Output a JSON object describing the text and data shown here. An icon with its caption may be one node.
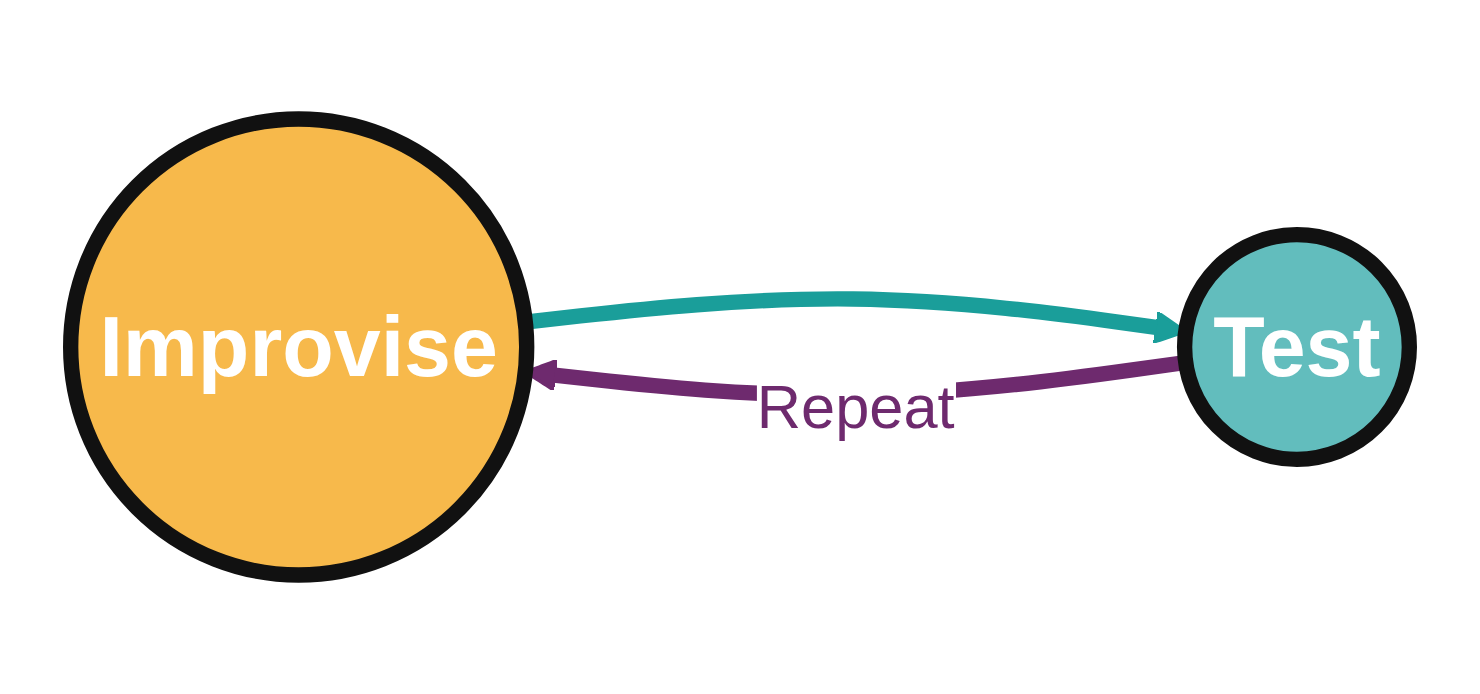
{
  "diagram": {
    "nodes": [
      {
        "text": [
          "Improvise"
        ]
      },
      {
        "text": [
          "Test"
        ]
      }
    ],
    "edges": [
      {
        "from": 0,
        "to": 1,
        "arrow": "to",
        "color": "#1a9e9a"
      },
      {
        "from": 1,
        "to": 0,
        "arrow": "to",
        "label": "Repeat",
        "color": "#6e2a6e"
      }
    ]
  }
}
